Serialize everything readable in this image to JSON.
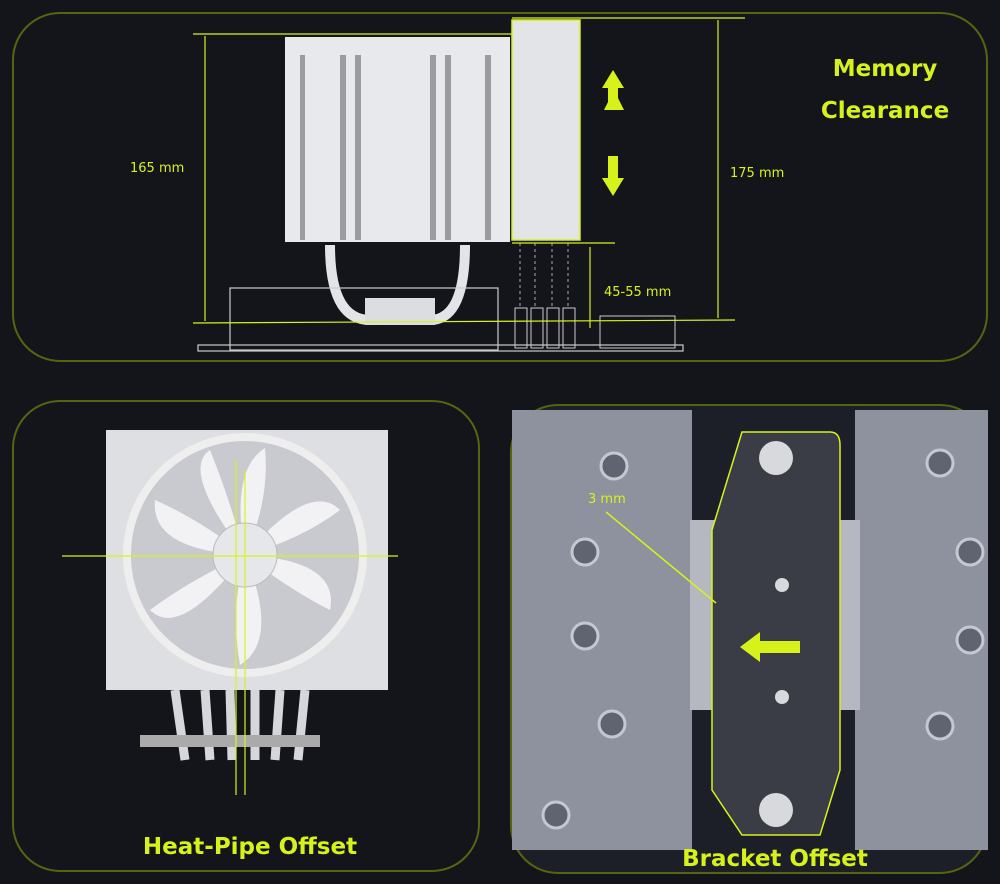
{
  "memory_clearance": {
    "title_line1": "Memory",
    "title_line2": "Clearance",
    "height_cooler": "165 mm",
    "height_total": "175 mm",
    "ram_range": "45-55 mm"
  },
  "heat_pipe": {
    "title": "Heat-Pipe Offset"
  },
  "bracket": {
    "title": "Bracket Offset",
    "offset": "3 mm"
  },
  "colors": {
    "accent": "#d7f21b",
    "background": "#13151b",
    "panel_border": "#55650f"
  }
}
